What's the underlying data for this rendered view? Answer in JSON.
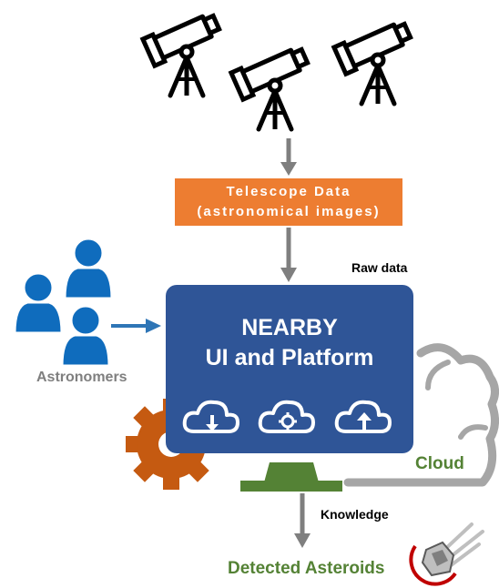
{
  "telescope": {
    "line1": "Telescope Data",
    "line2": "(astronomical images)"
  },
  "labels": {
    "raw_data": "Raw data",
    "astronomers": "Astronomers",
    "platform_line1": "NEARBY",
    "platform_line2": "UI and Platform",
    "cloud": "Cloud",
    "knowledge": "Knowledge",
    "detected": "Detected Asteroids"
  },
  "colors": {
    "orange": "#ed7d31",
    "platform_blue": "#2f5597",
    "people_blue": "#0f6cbd",
    "arrow_gray": "#7f7f7f",
    "green": "#548235",
    "gear_orange": "#c55a11",
    "cloud_gray": "#a6a6a6"
  },
  "icons": [
    "telescope-icon",
    "astronomers-icon",
    "cloud-download-icon",
    "cloud-settings-icon",
    "cloud-upload-icon",
    "gear-icon",
    "cloud-icon",
    "asteroid-icon"
  ]
}
